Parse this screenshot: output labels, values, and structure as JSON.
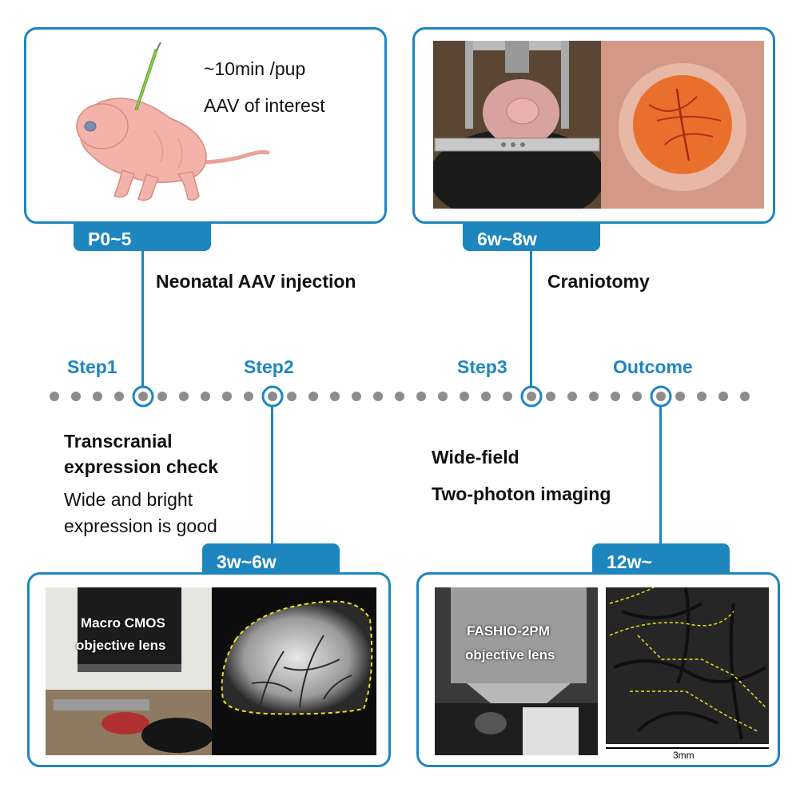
{
  "colors": {
    "accent": "#1d86bf",
    "dot": "#8c8c8c",
    "dashed_outline": "#f0e020"
  },
  "step1": {
    "tab": "P0~5",
    "title": "Neonatal AAV injection",
    "notes": [
      "~10min /pup",
      "AAV of interest"
    ],
    "step_label": "Step1"
  },
  "step2": {
    "tab": "3w~6w",
    "step_label": "Step2",
    "title_lines": [
      "Transcranial",
      "expression check"
    ],
    "desc_lines": [
      "Wide and bright",
      "expression is good"
    ],
    "photo_label_lines": [
      "Macro CMOS",
      "objective lens"
    ]
  },
  "step3": {
    "tab": "6w~8w",
    "title": "Craniotomy",
    "step_label": "Step3"
  },
  "outcome": {
    "tab": "12w~",
    "step_label": "Outcome",
    "lines": [
      "Wide-field",
      "Two-photon imaging"
    ],
    "photo_label_lines": [
      "FASHIO-2PM",
      "objective lens"
    ],
    "scale_bar": "3mm"
  }
}
